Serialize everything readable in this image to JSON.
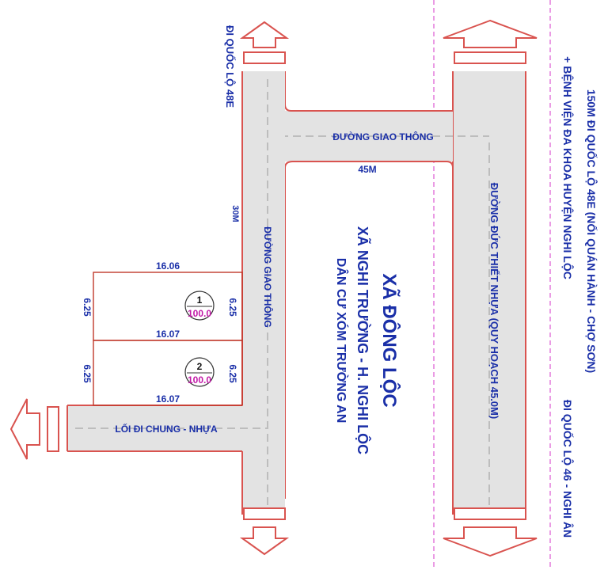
{
  "labels": {
    "right_top": "150M ĐI QUỐC LỘ 48E (NỐI QUÁN HÀNH - CHỢ SƠN)",
    "right_top_2": "+ BỆNH VIỆN ĐA KHOA HUYỆN NGHI LỘC",
    "right_bottom": "ĐI QUỐC LỘ 46 - NGHI ÂN",
    "top_left_road": "ĐI QUỐC LỘ 48E",
    "top_horizontal_road": "ĐƯỜNG GIAO THÔNG",
    "vertical_road": "ĐƯỜNG GIAO THÔNG",
    "main_road": "ĐƯỜNG ĐỨC THIẾT NHỰA (QUY HOẠCH 45.0M)",
    "common_lane": "LỐI ĐI CHUNG - NHỰA",
    "title_1": "XÃ ĐÔNG LỘC",
    "title_2": "XÃ NGHI TRƯỜNG - H. NGHI LỘC",
    "title_3": "DÂN CƯ XÓM TRƯỜNG AN",
    "len_45m": "45M",
    "len_30m": "30M"
  },
  "lots": [
    {
      "number": "1",
      "area": "100.0",
      "top": "16.06",
      "bottom": "16.07",
      "left": "6.25",
      "right": "6.25"
    },
    {
      "number": "2",
      "area": "100.0",
      "top": "16.07",
      "bottom": "16.07",
      "left": "6.25",
      "right": "6.25"
    }
  ],
  "colors": {
    "text": "#1a2fa8",
    "road_edge": "#d9534f",
    "road_fill": "#e3e3e3",
    "area_text": "#c21aa8",
    "boundary": "#e070d8"
  }
}
